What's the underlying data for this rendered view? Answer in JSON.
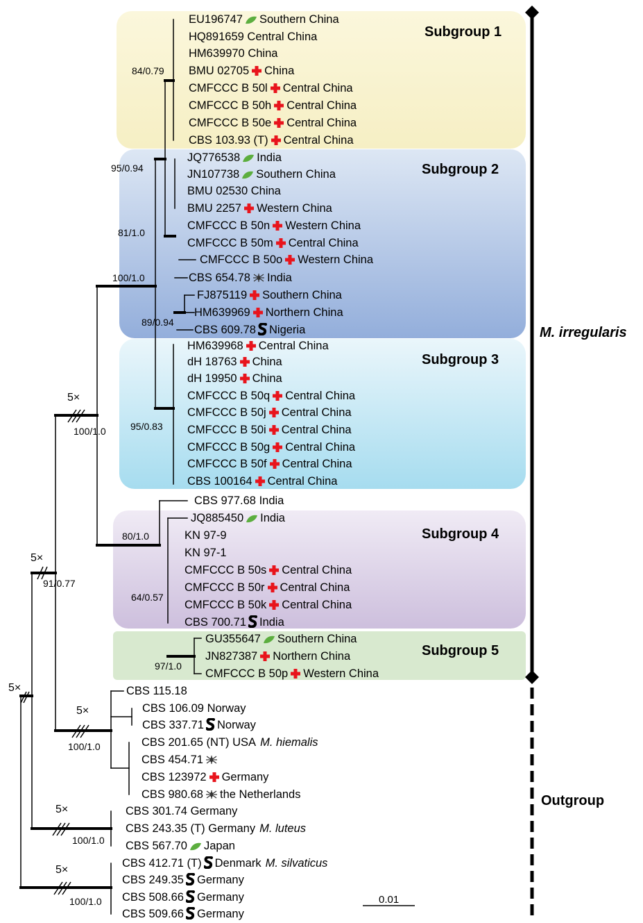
{
  "clade_labels": {
    "ingroup": "M. irregularis",
    "outgroup": "Outgroup"
  },
  "subgroups": {
    "s1": "Subgroup 1",
    "s2": "Subgroup 2",
    "s3": "Subgroup 3",
    "s4": "Subgroup 4",
    "s5": "Subgroup 5"
  },
  "support": {
    "n1": "84/0.79",
    "n2": "95/0.94",
    "n3": "81/1.0",
    "n4": "100/1.0",
    "n5": "89/0.94",
    "n6": "95/0.83",
    "n7": "100/1.0",
    "n8": "80/1.0",
    "n9": "64/0.57",
    "n10": "97/1.0",
    "n11": "91/0.77",
    "n12": "100/1.0",
    "n13": "100/1.0",
    "n14": "100/1.0"
  },
  "branch_break": "5×",
  "scale_bar": "0.01",
  "taxa": [
    {
      "strain": "EU196747",
      "icon": "leaf-icon",
      "origin": "Southern China"
    },
    {
      "strain": "HQ891659",
      "icon": "",
      "origin": "Central China"
    },
    {
      "strain": "HM639970",
      "icon": "",
      "origin": "China"
    },
    {
      "strain": "BMU 02705",
      "icon": "cross-icon",
      "origin": "China"
    },
    {
      "strain": "CMFCCC B 50l",
      "icon": "cross-icon",
      "origin": "Central China"
    },
    {
      "strain": "CMFCCC B 50h",
      "icon": "cross-icon",
      "origin": "Central China"
    },
    {
      "strain": "CMFCCC B 50e",
      "icon": "cross-icon",
      "origin": "Central China"
    },
    {
      "strain": "CBS 103.93 (T)",
      "icon": "cross-icon",
      "origin": "Central China"
    },
    {
      "strain": "JQ776538",
      "icon": "leaf-icon",
      "origin": "India"
    },
    {
      "strain": "JN107738",
      "icon": "leaf-icon",
      "origin": "Southern China"
    },
    {
      "strain": "BMU 02530",
      "icon": "",
      "origin": "China"
    },
    {
      "strain": "BMU 2257",
      "icon": "cross-icon",
      "origin": "Western China"
    },
    {
      "strain": "CMFCCC B 50n",
      "icon": "cross-icon",
      "origin": "Western China"
    },
    {
      "strain": "CMFCCC B 50m",
      "icon": "cross-icon",
      "origin": "Central China"
    },
    {
      "strain": "CMFCCC B 50o",
      "icon": "cross-icon",
      "origin": "Western China"
    },
    {
      "strain": "CBS 654.78",
      "icon": "insect-icon",
      "origin": "India"
    },
    {
      "strain": "FJ875119",
      "icon": "cross-icon",
      "origin": "Southern China"
    },
    {
      "strain": "HM639969",
      "icon": "cross-icon",
      "origin": "Northern China"
    },
    {
      "strain": "CBS 609.78",
      "icon": "soil-icon",
      "origin": "Nigeria"
    },
    {
      "strain": "HM639968",
      "icon": "cross-icon",
      "origin": "Central China"
    },
    {
      "strain": "dH 18763",
      "icon": "cross-icon",
      "origin": "China"
    },
    {
      "strain": "dH 19950",
      "icon": "cross-icon",
      "origin": "China"
    },
    {
      "strain": "CMFCCC B 50q",
      "icon": "cross-icon",
      "origin": "Central China"
    },
    {
      "strain": "CMFCCC B 50j",
      "icon": "cross-icon",
      "origin": "Central China"
    },
    {
      "strain": "CMFCCC B 50i",
      "icon": "cross-icon",
      "origin": "Central China"
    },
    {
      "strain": "CMFCCC B 50g",
      "icon": "cross-icon",
      "origin": "Central China"
    },
    {
      "strain": "CMFCCC B 50f",
      "icon": "cross-icon",
      "origin": "Central China"
    },
    {
      "strain": "CBS 100164",
      "icon": "cross-icon",
      "origin": "Central China"
    },
    {
      "strain": "CBS 977.68",
      "icon": "",
      "origin": "India"
    },
    {
      "strain": "JQ885450",
      "icon": "leaf-icon",
      "origin": "India"
    },
    {
      "strain": "KN 97-9",
      "icon": "",
      "origin": ""
    },
    {
      "strain": "KN 97-1",
      "icon": "",
      "origin": ""
    },
    {
      "strain": "CMFCCC B 50s",
      "icon": "cross-icon",
      "origin": "Central China"
    },
    {
      "strain": "CMFCCC B 50r",
      "icon": "cross-icon",
      "origin": "Central China"
    },
    {
      "strain": "CMFCCC B 50k",
      "icon": "cross-icon",
      "origin": "Central China"
    },
    {
      "strain": "CBS 700.71",
      "icon": "soil-icon",
      "origin": "India"
    },
    {
      "strain": "GU355647",
      "icon": "leaf-icon",
      "origin": "Southern China"
    },
    {
      "strain": "JN827387",
      "icon": "cross-icon",
      "origin": "Northern China"
    },
    {
      "strain": "CMFCCC B 50p",
      "icon": "cross-icon",
      "origin": "Western China"
    },
    {
      "strain": "CBS 115.18",
      "icon": "",
      "origin": ""
    },
    {
      "strain": "CBS 106.09",
      "icon": "",
      "origin": "Norway"
    },
    {
      "strain": "CBS 337.71",
      "icon": "soil-icon",
      "origin": "Norway"
    },
    {
      "strain": "CBS 201.65 (NT)",
      "icon": "",
      "origin": "USA",
      "species": "M. hiemalis"
    },
    {
      "strain": "CBS 454.71",
      "icon": "insect-icon",
      "origin": ""
    },
    {
      "strain": "CBS 123972",
      "icon": "cross-icon",
      "origin": "Germany"
    },
    {
      "strain": "CBS 980.68",
      "icon": "insect-icon",
      "origin": "the Netherlands"
    },
    {
      "strain": "CBS 301.74",
      "icon": "",
      "origin": "Germany"
    },
    {
      "strain": "CBS 243.35 (T)",
      "icon": "",
      "origin": "Germany",
      "species": "M. luteus"
    },
    {
      "strain": "CBS 567.70",
      "icon": "leaf-icon",
      "origin": "Japan"
    },
    {
      "strain": "CBS 412.71 (T)",
      "icon": "soil-icon",
      "origin": "Denmark",
      "species": "M. silvaticus"
    },
    {
      "strain": "CBS 249.35",
      "icon": "soil-icon",
      "origin": "Germany"
    },
    {
      "strain": "CBS 508.66",
      "icon": "soil-icon",
      "origin": "Germany"
    },
    {
      "strain": "CBS 509.66",
      "icon": "soil-icon",
      "origin": "Germany"
    }
  ],
  "colors": {
    "subgroup1": "#fbf6d6",
    "subgroup2": "#b4c7e4",
    "subgroup3": "#bfe6f3",
    "subgroup4": "#ddd3e8",
    "subgroup5": "#d8e9cf",
    "cross": "#e8141c",
    "leaf": "#5cae3f"
  }
}
